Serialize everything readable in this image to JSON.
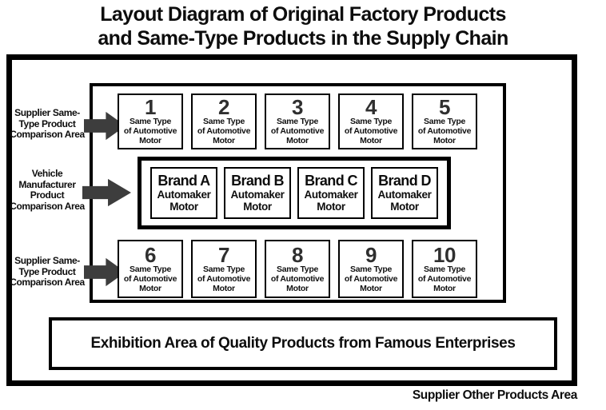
{
  "title": {
    "line1": "Layout Diagram of Original Factory Products",
    "line2": "and Same-Type Products in the Supply Chain"
  },
  "colors": {
    "border": "#000000",
    "number_text": "#2f2f2f",
    "arrow": "#3d3d3d",
    "background": "#ffffff"
  },
  "left_labels": [
    {
      "lines": [
        "Supplier Same-",
        "Type Product",
        "Comparison Area"
      ]
    },
    {
      "lines": [
        "Vehicle",
        "Manufacturer",
        "Product",
        "Comparison Area"
      ]
    },
    {
      "lines": [
        "Supplier Same-",
        "Type Product",
        "Comparison Area"
      ]
    }
  ],
  "top_row": [
    {
      "number": "1",
      "lines": [
        "Same Type",
        "of Automotive",
        "Motor"
      ]
    },
    {
      "number": "2",
      "lines": [
        "Same Type",
        "of Automotive",
        "Motor"
      ]
    },
    {
      "number": "3",
      "lines": [
        "Same Type",
        "of Automotive",
        "Motor"
      ]
    },
    {
      "number": "4",
      "lines": [
        "Same Type",
        "of Automotive",
        "Motor"
      ]
    },
    {
      "number": "5",
      "lines": [
        "Same Type",
        "of Automotive",
        "Motor"
      ]
    }
  ],
  "middle_row": [
    {
      "brand": "Brand A",
      "line2": "Automaker",
      "line3": "Motor"
    },
    {
      "brand": "Brand B",
      "line2": "Automaker",
      "line3": "Motor"
    },
    {
      "brand": "Brand C",
      "line2": "Automaker",
      "line3": "Motor"
    },
    {
      "brand": "Brand D",
      "line2": "Automaker",
      "line3": "Motor"
    }
  ],
  "bottom_row": [
    {
      "number": "6",
      "lines": [
        "Same Type",
        "of Automotive",
        "Motor"
      ]
    },
    {
      "number": "7",
      "lines": [
        "Same Type",
        "of Automotive",
        "Motor"
      ]
    },
    {
      "number": "8",
      "lines": [
        "Same Type",
        "of Automotive",
        "Motor"
      ]
    },
    {
      "number": "9",
      "lines": [
        "Same Type",
        "of Automotive",
        "Motor"
      ]
    },
    {
      "number": "10",
      "lines": [
        "Same Type",
        "of Automotive",
        "Motor"
      ]
    }
  ],
  "exhibition_label": "Exhibition Area of Quality Products from Famous Enterprises",
  "footer_label": "Supplier Other Products Area"
}
